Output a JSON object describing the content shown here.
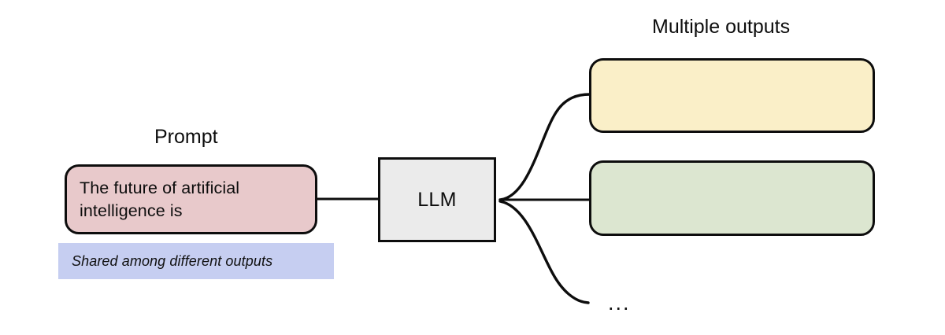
{
  "diagram": {
    "title": "LLM multiple outputs from shared prompt",
    "background_color": "#ffffff",
    "stroke_color": "#0d0d0d"
  },
  "labels": {
    "prompt": "Prompt",
    "multiple_outputs": "Multiple outputs",
    "ellipsis": "..."
  },
  "prompt_node": {
    "text": "The future of artificial intelligence is",
    "fill_color": "#e8c9cb",
    "shape": "rounded-rectangle"
  },
  "model_node": {
    "text": "LLM",
    "fill_color": "#ebebeb",
    "shape": "rectangle"
  },
  "shared_banner": {
    "text": "Shared among different outputs",
    "fill_color": "#c6cef1"
  },
  "outputs": [
    {
      "text": "",
      "fill_color": "#faefc8",
      "shape": "rounded-rectangle"
    },
    {
      "text": "",
      "fill_color": "#dce6d0",
      "shape": "rounded-rectangle"
    }
  ],
  "connectors": [
    {
      "from": "prompt_node",
      "to": "model_node",
      "style": "straight"
    },
    {
      "from": "model_node",
      "to": "outputs.0",
      "style": "curve-up"
    },
    {
      "from": "model_node",
      "to": "outputs.1",
      "style": "straight"
    },
    {
      "from": "model_node",
      "to": "ellipsis",
      "style": "curve-down"
    }
  ]
}
